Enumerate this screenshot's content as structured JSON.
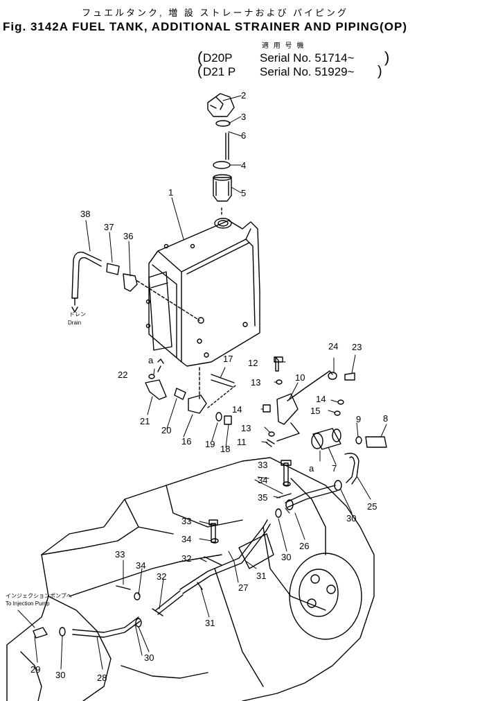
{
  "header": {
    "title_jp": "フュエルタンク,  増  設  ストレーナおよび パイピング",
    "title_en": "Fig. 3142A  FUEL TANK, ADDITIONAL STRAINER AND PIPING(OP)",
    "applicability_jp": "適 用 号 機",
    "serials": [
      {
        "model": "D20P",
        "serial": "Serial No. 51714~"
      },
      {
        "model": "D21 P",
        "serial": "Serial No. 51929~"
      }
    ]
  },
  "notes": {
    "drain_jp": "ドレン",
    "drain_en": "Drain",
    "pump_jp": "インジェクションポンプへ",
    "pump_en": "To Injection Pump",
    "ref_a": "a"
  },
  "callouts": [
    "1",
    "2",
    "3",
    "4",
    "5",
    "6",
    "7",
    "8",
    "9",
    "10",
    "11",
    "12",
    "13",
    "13",
    "14",
    "14",
    "15",
    "16",
    "17",
    "18",
    "19",
    "20",
    "21",
    "22",
    "23",
    "24",
    "25",
    "26",
    "27",
    "28",
    "29",
    "30",
    "30",
    "30",
    "30",
    "30",
    "31",
    "31",
    "32",
    "32",
    "33",
    "33",
    "33",
    "34",
    "34",
    "34",
    "35",
    "36",
    "37",
    "38"
  ]
}
